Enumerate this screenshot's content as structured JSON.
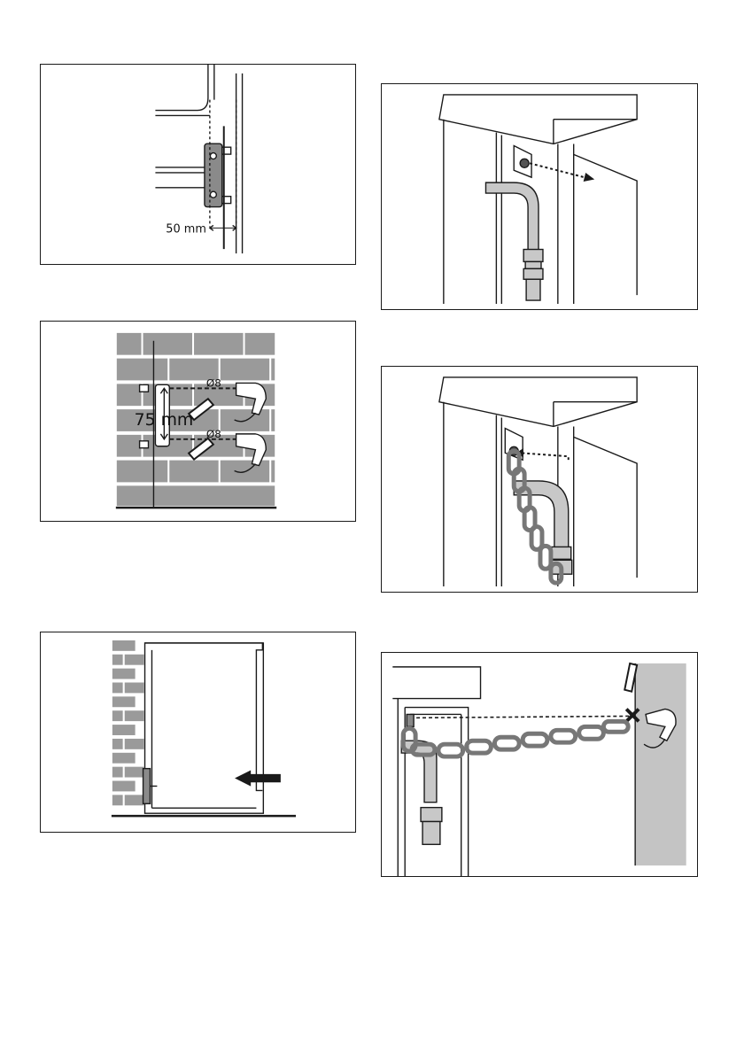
{
  "figures": [
    {
      "id": "fig-bracket-50mm",
      "dimension_label": "50 mm"
    },
    {
      "id": "fig-wall-drilling",
      "dimension_label": "75 mm",
      "drill_upper": "Ø8",
      "drill_lower": "Ø8"
    },
    {
      "id": "fig-push-to-wall"
    },
    {
      "id": "fig-screw-under-worktop"
    },
    {
      "id": "fig-chain-on-screw"
    },
    {
      "id": "fig-chain-to-wall"
    }
  ],
  "colors": {
    "line": "#1a1a1a",
    "brick": "#9a9a9a",
    "wall": "#c4c4c4",
    "hose": "#c8c8c8"
  }
}
